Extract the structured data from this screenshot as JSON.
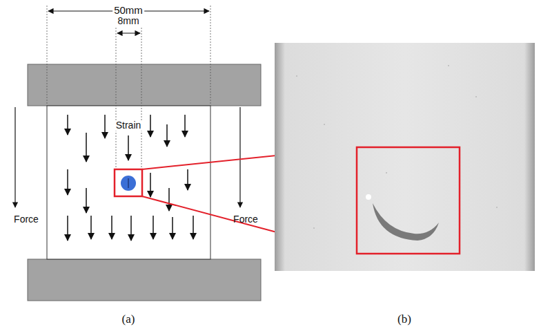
{
  "diagram": {
    "labels": [
      "50mm",
      "8mm",
      "Strain",
      "Force",
      "Force",
      "(a)",
      "(b)"
    ]
  }
}
